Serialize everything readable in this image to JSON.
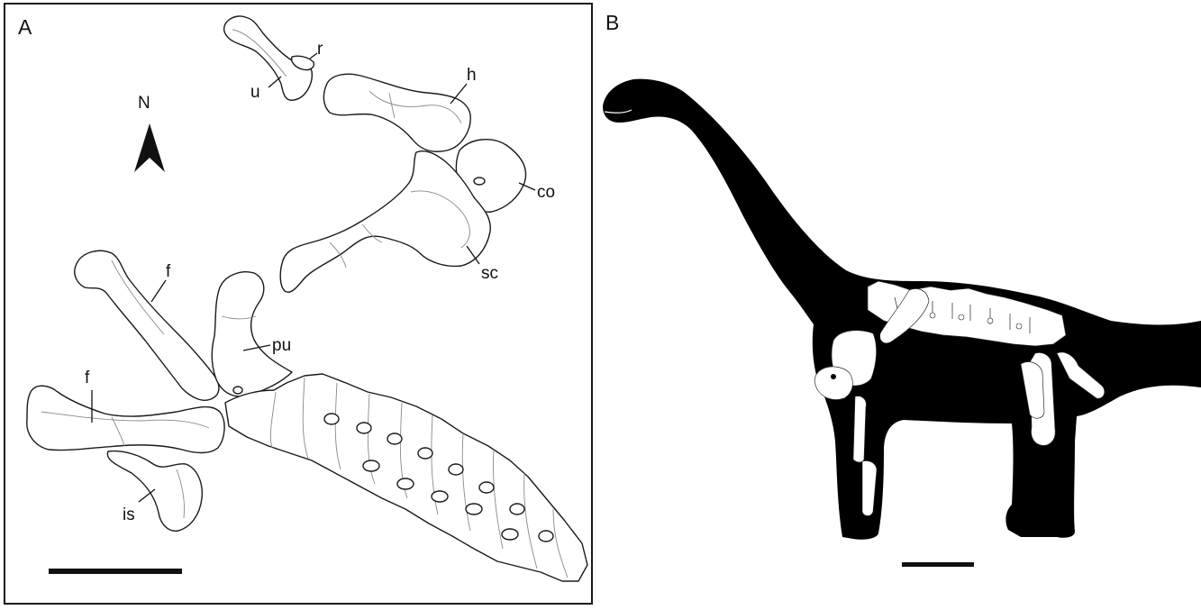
{
  "panel_a": {
    "letter": "A",
    "north_label": "N",
    "labels": {
      "radius": "r",
      "ulna": "u",
      "humerus": "h",
      "coracoid": "co",
      "scapula": "sc",
      "femur_upper": "f",
      "femur_lower": "f",
      "pubis": "pu",
      "ischium": "is"
    }
  },
  "panel_b": {
    "letter": "B"
  },
  "colors": {
    "silhouette": "#000000",
    "outline": "#1a1a1a",
    "bone_fill": "#ffffff",
    "frame": "#1a1a1a"
  }
}
